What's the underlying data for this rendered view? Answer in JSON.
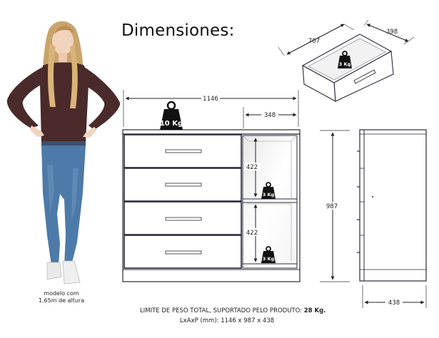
{
  "title": "Dimensiones:",
  "model_caption": [
    "modelo com",
    "1.65m de altura"
  ],
  "weights": {
    "top": "10 Kg",
    "shelf_upper": "3 Kg",
    "shelf_lower": "3 Kg",
    "drawer": "3 Kg"
  },
  "dimensions": {
    "total_width": "1146",
    "niche_width": "348",
    "niche_upper_height": "422",
    "niche_lower_height": "422",
    "total_height": "987",
    "depth": "438",
    "drawer_depth": "707",
    "drawer_width": "398"
  },
  "footer": {
    "limit_prefix": "LIMITE DE PESO TOTAL, SUPORTADO PELO PRODUTO:",
    "limit_value": "28 Kg.",
    "lxaxp": "LxAxP (mm): 1146 x 987 x 438"
  },
  "colors": {
    "line": "#2a2a3a",
    "furniture_face": "#ffffff",
    "weight_icon": "#111111"
  }
}
